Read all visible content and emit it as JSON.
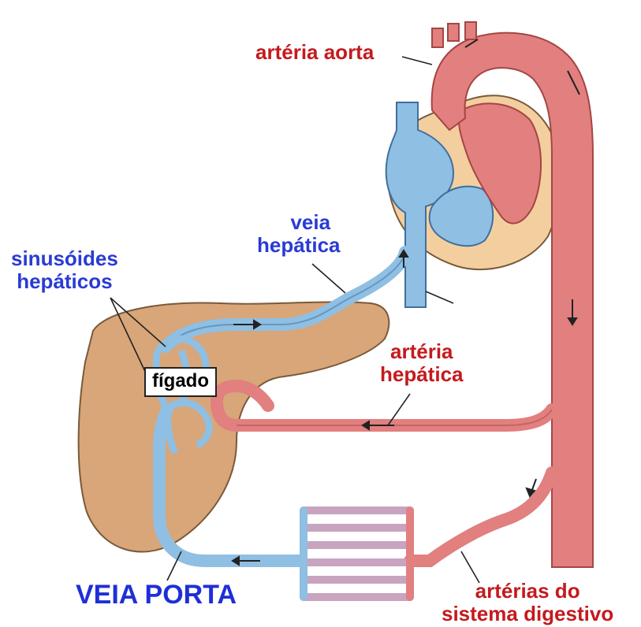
{
  "labels": {
    "arteria_aorta": "artéria aorta",
    "veia_hepatica_1": "veia",
    "veia_hepatica_2": "hepática",
    "sinusoides_1": "sinusóides",
    "sinusoides_2": "hepáticos",
    "figado": "fígado",
    "arteria_hepatica_1": "artéria",
    "arteria_hepatica_2": "hepática",
    "veia_porta": "VEIA PORTA",
    "arterias_digestivo_1": "artérias do",
    "arterias_digestivo_2": "sistema digestivo"
  },
  "colors": {
    "artery": "#e27f7f",
    "artery_dark": "#a64545",
    "vein": "#8fbfe3",
    "vein_dark": "#3f6f9c",
    "liver": "#d8a679",
    "heart_wall": "#f3cfa0",
    "red_label": "#c41a1e",
    "blue_label": "#2a3bd3"
  }
}
